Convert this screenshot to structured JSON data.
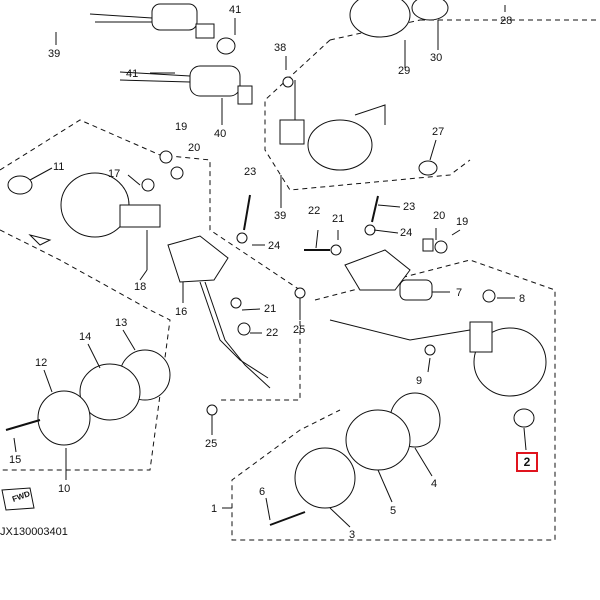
{
  "diagram_code": "JX130003401",
  "fwd_label": "FWD",
  "highlight_color": "#e0141e",
  "callouts": {
    "c1": "1",
    "c2": "2",
    "c3": "3",
    "c4": "4",
    "c5": "5",
    "c6": "6",
    "c7": "7",
    "c8": "8",
    "c9": "9",
    "c10": "10",
    "c11": "11",
    "c12": "12",
    "c13": "13",
    "c14": "14",
    "c15": "15",
    "c16": "16",
    "c17": "17",
    "c18": "18",
    "c19a": "19",
    "c19b": "19",
    "c20a": "20",
    "c20b": "20",
    "c21a": "21",
    "c21b": "21",
    "c22a": "22",
    "c22b": "22",
    "c23a": "23",
    "c23b": "23",
    "c24a": "24",
    "c24b": "24",
    "c25a": "25",
    "c25b": "25",
    "c27": "27",
    "c28": "28",
    "c29": "29",
    "c30": "30",
    "c38": "38",
    "c39a": "39",
    "c39b": "39",
    "c40": "40",
    "c41a": "41",
    "c41b": "41"
  }
}
